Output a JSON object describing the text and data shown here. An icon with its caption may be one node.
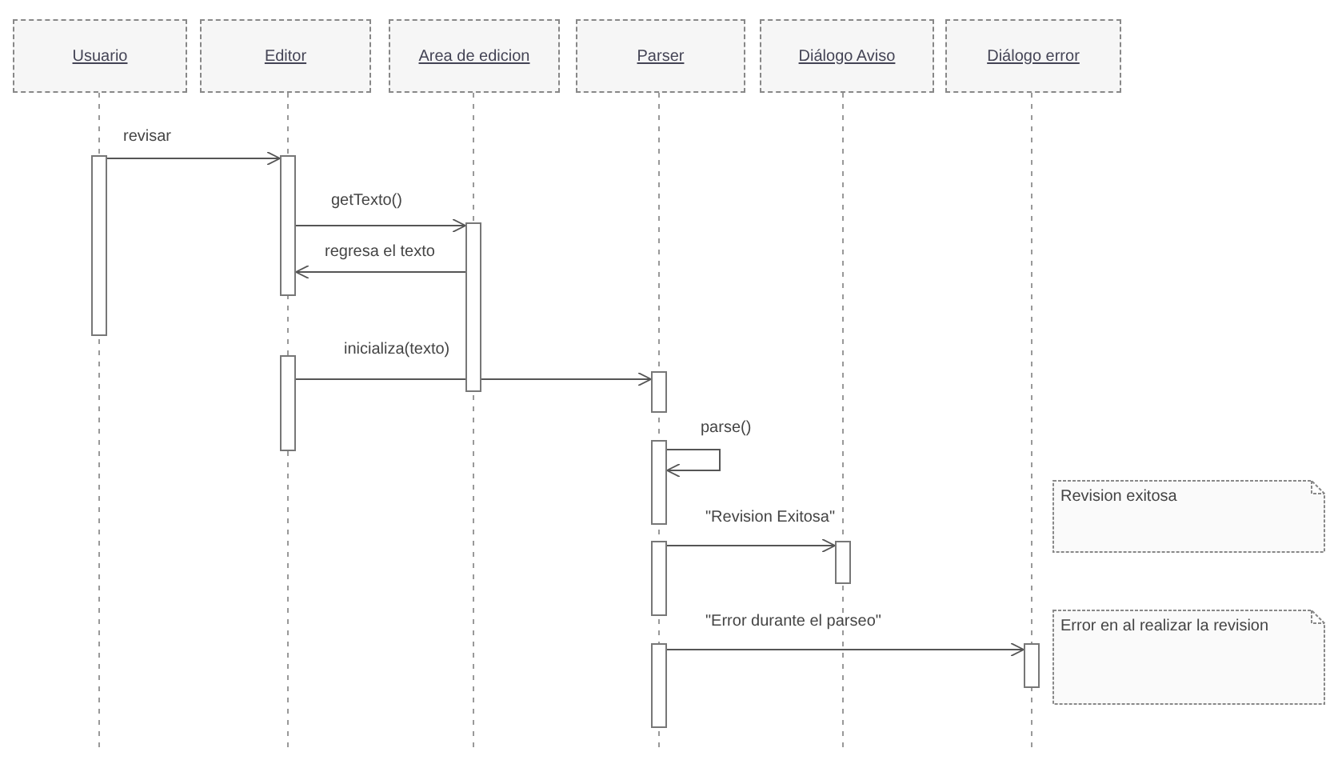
{
  "diagram": {
    "nodes": [
      {
        "text": [
          "Usuario"
        ]
      },
      {
        "text": [
          "Editor"
        ]
      },
      {
        "text": [
          "Area de edicion"
        ]
      },
      {
        "text": [
          "Parser"
        ]
      },
      {
        "text": [
          "Diálogo Aviso"
        ]
      },
      {
        "text": [
          "Diálogo error"
        ]
      },
      {
        "text": [],
        "shape": "bar"
      },
      {
        "text": [],
        "shape": "bar"
      },
      {
        "text": [],
        "shape": "bar"
      },
      {
        "text": [],
        "shape": "bar"
      },
      {
        "text": [],
        "shape": "bar"
      },
      {
        "text": [],
        "shape": "bar"
      },
      {
        "text": [],
        "shape": "bar"
      },
      {
        "text": [],
        "shape": "bar"
      },
      {
        "text": [
          "Revision exitosa"
        ]
      },
      {
        "text": [],
        "shape": "bar"
      },
      {
        "text": [],
        "shape": "bar"
      },
      {
        "text": [
          "Error en al realizar la revision"
        ]
      }
    ],
    "edges": [
      {
        "from": 6,
        "to": 7,
        "arrow": "to",
        "label": "revisar"
      },
      {
        "from": 7,
        "to": 8,
        "arrow": "to",
        "label": "getTexto()"
      },
      {
        "from": 8,
        "to": 7,
        "arrow": "to",
        "label": "regresa el texto"
      },
      {
        "from": 9,
        "to": 10,
        "arrow": "to",
        "label": "inicializa(texto)"
      },
      {
        "from": 11,
        "to": 11,
        "arrow": "to",
        "label": "parse()"
      },
      {
        "from": 12,
        "to": 13,
        "arrow": "to",
        "label": "\"Revision Exitosa\""
      },
      {
        "from": 15,
        "to": 16,
        "arrow": "to",
        "label": "\"Error durante el parseo\""
      }
    ]
  }
}
